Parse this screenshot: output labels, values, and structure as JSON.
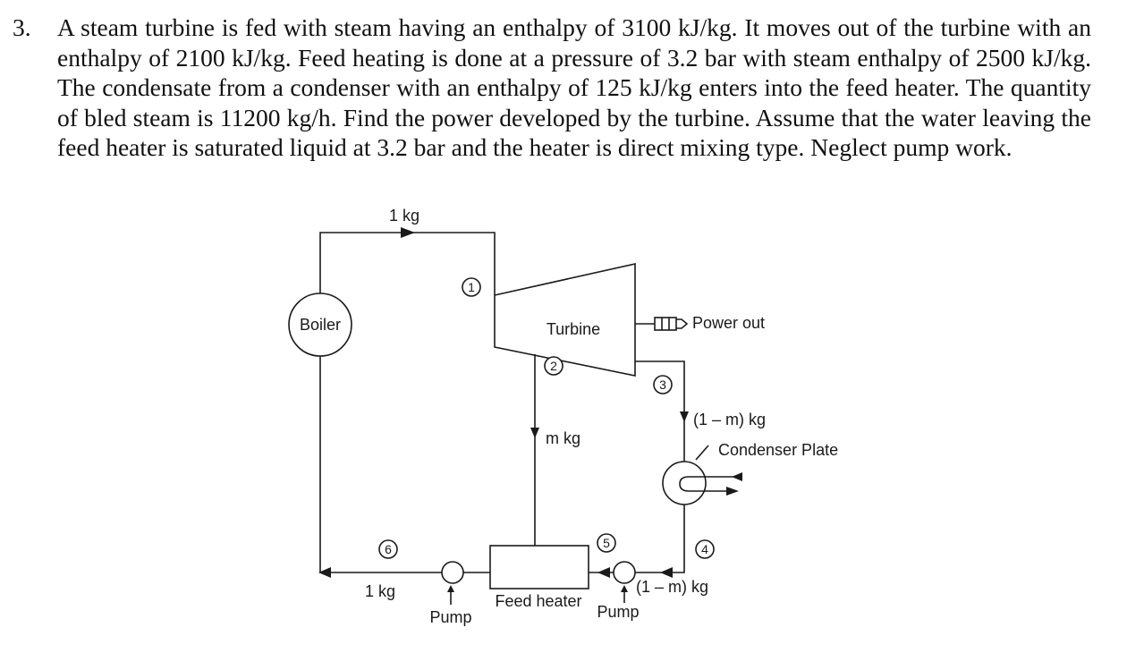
{
  "problem": {
    "number": "3.",
    "text": "A steam turbine is fed with steam having an enthalpy of 3100 kJ/kg. It moves out of the turbine with an enthalpy of 2100 kJ/kg. Feed heating is done at a pressure of 3.2 bar with steam enthalpy of 2500 kJ/kg. The condensate from a condenser with an enthalpy of 125 kJ/kg enters into the feed heater. The quantity of bled steam is 11200 kg/h. Find the power developed by the turbine. Assume that the water leaving the feed heater is saturated liquid at 3.2 bar and the heater is direct mixing type. Neglect pump work."
  },
  "diagram": {
    "boiler": "Boiler",
    "turbine": "Turbine",
    "power_out": "Power out",
    "condenser_plate": "Condenser Plate",
    "feed_heater": "Feed heater",
    "pump_left": "Pump",
    "pump_right": "Pump",
    "flow_top": "1 kg",
    "flow_bottom": "1 kg",
    "flow_bleed": "m kg",
    "flow_exhaust": "(1 – m) kg",
    "flow_condensate": "(1 – m) kg",
    "states": [
      "1",
      "2",
      "3",
      "4",
      "5",
      "6"
    ]
  }
}
